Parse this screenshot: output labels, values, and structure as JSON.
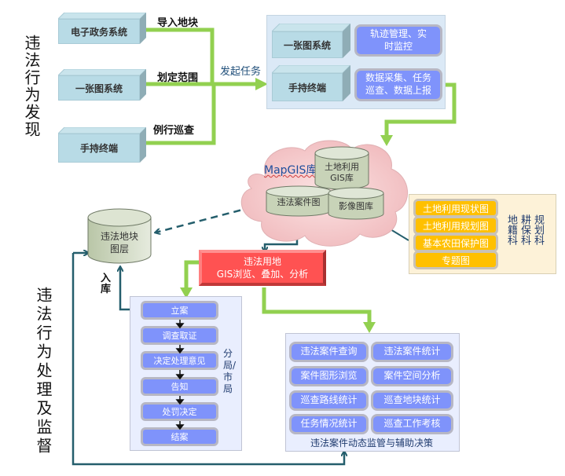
{
  "section_titles": {
    "discovery": "违法行为发现",
    "handling": "违法行为处理及监督"
  },
  "sources": [
    {
      "label": "电子政务系统",
      "edge_label": "导入地块"
    },
    {
      "label": "一张图系统",
      "edge_label": "划定范围"
    },
    {
      "label": "手持终端",
      "edge_label": "例行巡查"
    }
  ],
  "task_edge_label": "发起任务",
  "task_panel": {
    "rows": [
      {
        "system": "一张图系统",
        "function": "轨迹管理、实时监控"
      },
      {
        "system": "手持终端",
        "function": "数据采集、任务巡查、数据上报"
      }
    ]
  },
  "mapgis_cloud": {
    "title": "MapGIS库",
    "databases": [
      "土地利用GIS库",
      "违法案件图",
      "影像图库"
    ]
  },
  "map_layers": {
    "items": [
      "土地利用现状图",
      "土地利用规划图",
      "基本农田保护图",
      "专题图"
    ],
    "departments": [
      "地籍科",
      "耕保科",
      "规划科"
    ]
  },
  "violation_layer": "违法地块图层",
  "store_label": "入库",
  "analysis_box": {
    "line1": "违法用地",
    "line2": "GIS浏览、叠加、分析"
  },
  "workflow": {
    "steps": [
      "立案",
      "调查取证",
      "决定处理意见",
      "告知",
      "处罚决定",
      "结案"
    ],
    "side_label": "分局/市局"
  },
  "supervision": {
    "items": [
      "违法案件查询",
      "违法案件统计",
      "案件图形浏览",
      "案件空间分析",
      "巡查路线统计",
      "巡查地块统计",
      "任务情况统计",
      "巡查工作考核"
    ],
    "caption": "违法案件动态监管与辅助决策"
  },
  "colors": {
    "green_connector": "#92d050",
    "dark_connector": "#245e6c",
    "pill_blue": "#7f93fb",
    "box_cyan": "#b8dbe6",
    "analysis_red": "#ff5050",
    "layer_yellow": "#ffc000"
  }
}
